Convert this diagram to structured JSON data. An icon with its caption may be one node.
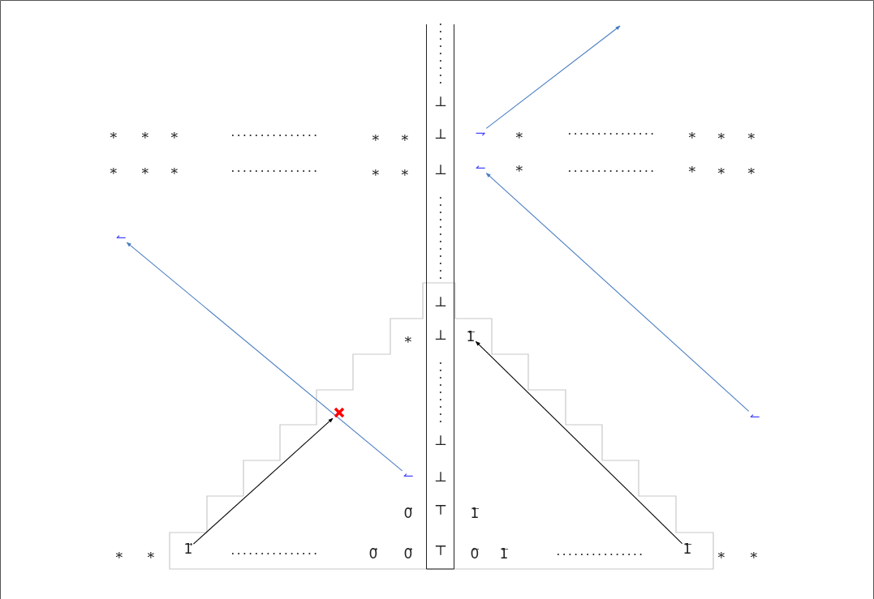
{
  "diagram": {
    "nodes": [
      {
        "text": [
          "⇁"
        ]
      },
      {
        "text": [
          "↼"
        ]
      },
      {
        "text": [
          "↼"
        ]
      },
      {
        "text": [
          "1⃖"
        ]
      },
      {
        "text": [],
        "shape": "cross"
      },
      {
        "text": [
          "↼"
        ]
      },
      {
        "text": [
          "↼"
        ]
      },
      {
        "text": [
          "1⃗"
        ]
      },
      {
        "text": [
          "1⃖"
        ]
      }
    ],
    "edges": [
      {
        "from": 5,
        "to": 1,
        "arrow": "to",
        "color": "#4a7ec2"
      },
      {
        "from": 6,
        "to": 2,
        "arrow": "to",
        "color": "#4a7ec2"
      },
      {
        "from": 0,
        "to": null,
        "arrow": "to",
        "color": "#4a7ec2"
      },
      {
        "from": 7,
        "to": 4,
        "arrow": "to",
        "color": "#000000"
      },
      {
        "from": 8,
        "to": 3,
        "arrow": "to",
        "color": "#000000"
      }
    ],
    "labels": [
      ".........",
      "⊥",
      "∗",
      "∗",
      "∗",
      "...............",
      "∗",
      "∗",
      "⊥",
      "∗",
      "...............",
      "∗",
      "∗",
      "∗",
      "∗",
      "∗",
      "∗",
      "...............",
      "∗",
      "∗",
      "⊥",
      "∗",
      "...............",
      "∗",
      "∗",
      "∗",
      "............",
      "⊥",
      "∗",
      "⊥",
      ".........",
      "⊥",
      "⊥",
      "0⃗",
      "⊤",
      "1⃖",
      "∗",
      "∗",
      "...............",
      "0⃗",
      "0⃗",
      "⊤",
      "0⃖",
      "1⃖",
      "...............",
      "∗",
      "∗"
    ]
  }
}
